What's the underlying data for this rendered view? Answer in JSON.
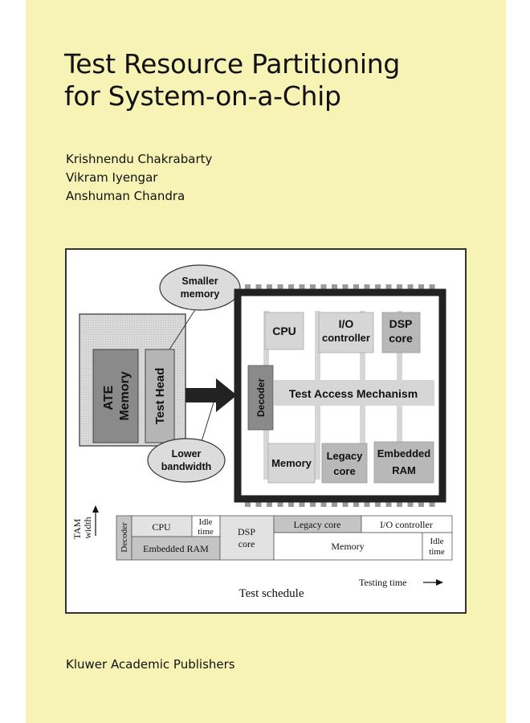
{
  "book": {
    "title_line1": "Test Resource Partitioning",
    "title_line2": "for System-on-a-Chip",
    "authors": [
      "Krishnendu Chakrabarty",
      "Vikram Iyengar",
      "Anshuman Chandra"
    ],
    "publisher": "Kluwer Academic Publishers"
  },
  "figure": {
    "callouts": {
      "top_l1": "Smaller",
      "top_l2": "memory",
      "bottom_l1": "Lower",
      "bottom_l2": "bandwidth"
    },
    "ate": {
      "l1": "ATE",
      "l2": "Memory",
      "test_head": "Test Head"
    },
    "soc": {
      "cpu": "CPU",
      "io_l1": "I/O",
      "io_l2": "controller",
      "dsp_l1": "DSP",
      "dsp_l2": "core",
      "decoder": "Decoder",
      "tam": "Test Access Mechanism",
      "memory": "Memory",
      "legacy_l1": "Legacy",
      "legacy_l2": "core",
      "ram_l1": "Embedded",
      "ram_l2": "RAM"
    },
    "schedule": {
      "y_l1": "TAM",
      "y_l2": "width",
      "decoder": "Decoder",
      "cpu": "CPU",
      "idle1_l1": "Idle",
      "idle1_l2": "time",
      "embedded_ram": "Embedded RAM",
      "dsp_l1": "DSP",
      "dsp_l2": "core",
      "legacy": "Legacy core",
      "io": "I/O controller",
      "memory": "Memory",
      "idle2_l1": "Idle",
      "idle2_l2": "time",
      "x_label": "Testing time",
      "caption": "Test schedule"
    }
  },
  "colors": {
    "cover_bg": "#f7f3b5",
    "block_gray": "#d6d6d6",
    "dark_gray": "#8a8a8a",
    "frame": "#222222"
  }
}
